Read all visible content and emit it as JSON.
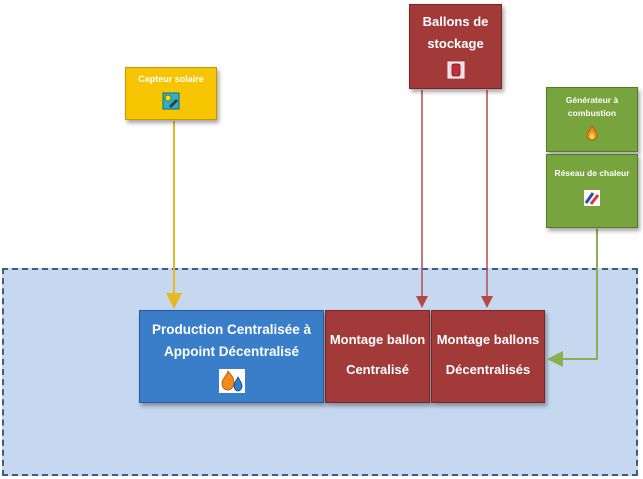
{
  "colors": {
    "solar": "#f6c400",
    "storage": "#a33a3a",
    "generator": "#77a43d",
    "production": "#3a7ec9",
    "zone": "#c6d8ef",
    "zone_border": "#3f5c87"
  },
  "nodes": {
    "capteur": {
      "label": "Capteur solaire",
      "icon": "solar-collector-icon"
    },
    "ballons": {
      "line1": "Ballons de",
      "line2": "stockage",
      "icon": "storage-tank-icon"
    },
    "generateur": {
      "line1": "Générateur à",
      "line2": "combustion",
      "icon": "flame-icon"
    },
    "reseau": {
      "label": "Réseau de chaleur",
      "icon": "heat-network-icon"
    },
    "production": {
      "line1": "Production  Centralisée à",
      "line2": "Appoint  Décentralisé",
      "icon": "fire-water-icon"
    },
    "montage_centralise": {
      "line1": "Montage ballon",
      "line2": "Centralisé"
    },
    "montage_decentralises": {
      "line1": "Montage ballons",
      "line2": "Décentralisés"
    }
  },
  "connections": [
    {
      "from": "capteur",
      "to": "production",
      "color": "solar"
    },
    {
      "from": "ballons",
      "to": "montage_centralise",
      "color": "storage"
    },
    {
      "from": "ballons",
      "to": "montage_decentralises",
      "color": "storage"
    },
    {
      "from": "reseau",
      "to": "montage_decentralises",
      "color": "generator"
    }
  ]
}
